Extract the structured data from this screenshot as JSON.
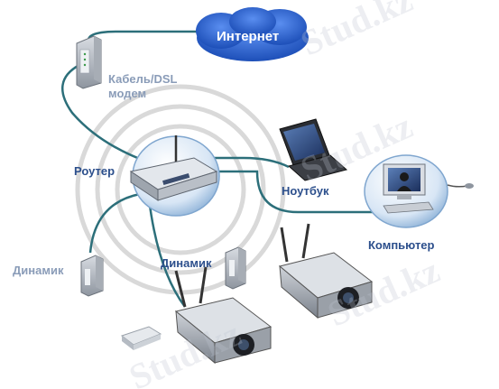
{
  "labels": {
    "internet": "Интернет",
    "modem_line1": "Кабель/DSL",
    "modem_line2": "модем",
    "router": "Роутер",
    "laptop": "Ноутбук",
    "computer": "Компьютер",
    "speaker_left": "Динамик",
    "speaker_center": "Динамик"
  },
  "watermark": "Stud.kz",
  "colors": {
    "cable": "#2c6f7a",
    "cloud": "#2a66d4",
    "label_primary": "#2c4f8c",
    "label_muted": "#8a9cb8",
    "wifi_ring": "#d0d0d0"
  }
}
